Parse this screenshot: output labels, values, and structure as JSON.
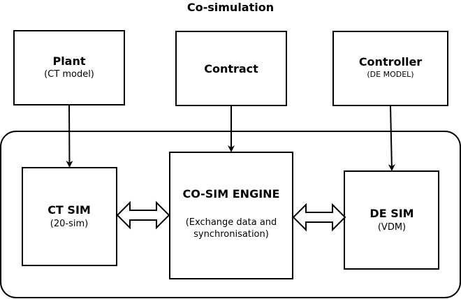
{
  "title": "Co-simulation",
  "colors": {
    "stroke": "#000000",
    "background": "#ffffff"
  },
  "top_boxes": {
    "plant": {
      "label": "Plant",
      "sublabel": "(CT model)"
    },
    "contract": {
      "label": "Contract"
    },
    "controller": {
      "label": "Controller",
      "sublabel": "(DE MODEL)"
    }
  },
  "inner_boxes": {
    "ct_sim": {
      "label": "CT SIM",
      "sublabel": "(20-sim)"
    },
    "engine": {
      "label": "CO-SIM ENGINE",
      "desc_line1": "(Exchange data and",
      "desc_line2": "synchronisation)"
    },
    "de_sim": {
      "label": "DE SIM",
      "sublabel": "(VDM)"
    }
  }
}
